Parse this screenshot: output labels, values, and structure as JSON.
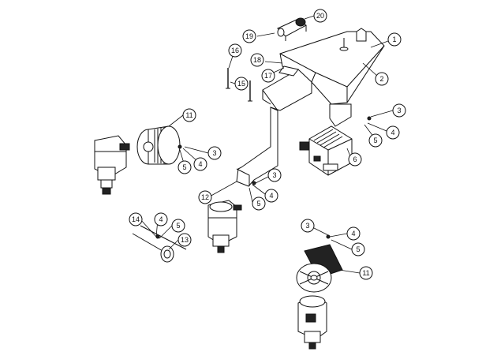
{
  "callouts": [
    {
      "id": "c1",
      "label": "1"
    },
    {
      "id": "c2",
      "label": "2"
    },
    {
      "id": "c3a",
      "label": "3"
    },
    {
      "id": "c3b",
      "label": "3"
    },
    {
      "id": "c3c",
      "label": "3"
    },
    {
      "id": "c3d",
      "label": "3"
    },
    {
      "id": "c4a",
      "label": "4"
    },
    {
      "id": "c4b",
      "label": "4"
    },
    {
      "id": "c4c",
      "label": "4"
    },
    {
      "id": "c4d",
      "label": "4"
    },
    {
      "id": "c4e",
      "label": "4"
    },
    {
      "id": "c5a",
      "label": "5"
    },
    {
      "id": "c5b",
      "label": "5"
    },
    {
      "id": "c5c",
      "label": "5"
    },
    {
      "id": "c5d",
      "label": "5"
    },
    {
      "id": "c5e",
      "label": "5"
    },
    {
      "id": "c6",
      "label": "6"
    },
    {
      "id": "c11a",
      "label": "11"
    },
    {
      "id": "c11b",
      "label": "11"
    },
    {
      "id": "c12",
      "label": "12"
    },
    {
      "id": "c13",
      "label": "13"
    },
    {
      "id": "c14",
      "label": "14"
    },
    {
      "id": "c15",
      "label": "15"
    },
    {
      "id": "c16",
      "label": "16"
    },
    {
      "id": "c17",
      "label": "17"
    },
    {
      "id": "c18",
      "label": "18"
    },
    {
      "id": "c19",
      "label": "19"
    },
    {
      "id": "c20",
      "label": "20"
    }
  ]
}
